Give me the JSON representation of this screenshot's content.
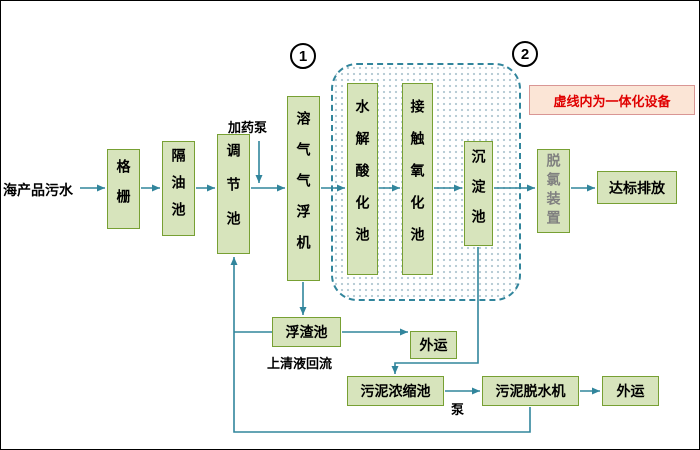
{
  "source": {
    "label": "海产品污水"
  },
  "nodes": {
    "grating": "格栅",
    "oil_separation": "隔油池",
    "regulating": "调节池",
    "daf": "溶气气浮机",
    "hydrolysis": "水解酸化池",
    "contact_oxidation": "接触氧化池",
    "sedimentation": "沉淀池",
    "dechlorination": "脱氯装置",
    "discharge": "达标排放",
    "scum": "浮渣池",
    "haul_away_1": "外运",
    "sludge_thickening": "污泥浓缩池",
    "sludge_dewatering": "污泥脱水机",
    "haul_away_2": "外运"
  },
  "annotations": {
    "dosing_pump": "加药泵",
    "supernatant_reflux": "上清液回流",
    "pump": "泵",
    "marker_1": "1",
    "marker_2": "2",
    "legend": "虚线内为一体化设备"
  },
  "colors": {
    "node_fill": "#d7e4bc",
    "node_border": "#77a033",
    "arrow": "#31859c",
    "dashed_box_border": "#31859c",
    "legend_fill": "#fbe5d6",
    "legend_text": "#e00000",
    "dechlorination_text": "#808080"
  }
}
